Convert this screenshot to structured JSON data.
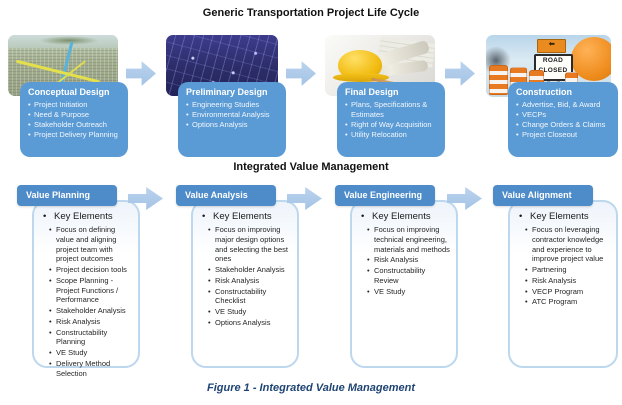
{
  "titles": {
    "lifecycle": "Generic Transportation Project Life Cycle",
    "ivm": "Integrated Value Management"
  },
  "caption": "Figure 1 - Integrated Value Management",
  "icons": {
    "bullet": "•",
    "detour_arrow": "⬅"
  },
  "construction_sign": {
    "line1": "ROAD",
    "line2": "CLOSED"
  },
  "photos": {
    "conceptual": "aerial-city-route-photo",
    "preliminary": "night-engineering-plan-photo",
    "final": "hardhat-blueprints-photo",
    "construction": "road-closed-worksite-photo"
  },
  "colors": {
    "phase_box": "#5B9BD5",
    "stage_header": "#4D8BC9",
    "arrow": "#AEC9E8",
    "body_border": "#BDD7EE",
    "caption": "#1F4473"
  },
  "phases": [
    {
      "title": "Conceptual Design",
      "bullets": [
        "Project Initiation",
        "Need & Purpose",
        "Stakeholder Outreach",
        "Project Delivery Planning"
      ]
    },
    {
      "title": "Preliminary Design",
      "bullets": [
        "Engineering Studies",
        "Environmental Analysis",
        "Options Analysis"
      ]
    },
    {
      "title": "Final Design",
      "bullets": [
        "Plans, Specifications & Estimates",
        "Right of Way Acquisition",
        "Utility Relocation"
      ]
    },
    {
      "title": "Construction",
      "bullets": [
        "Advertise, Bid, & Award",
        "VECPs",
        "Change Orders & Claims",
        "Project Closeout"
      ]
    }
  ],
  "stages": [
    {
      "title": "Value Planning",
      "key_elements_label": "Key Elements",
      "bullets": [
        "Focus on defining value and aligning project team with project outcomes",
        "Project decision tools",
        "Scope Planning - Project Functions / Performance",
        "Stakeholder Analysis",
        "Risk Analysis",
        "Constructability Planning",
        "VE Study",
        "Delivery Method Selection"
      ]
    },
    {
      "title": "Value Analysis",
      "key_elements_label": "Key Elements",
      "bullets": [
        "Focus on improving major design options and selecting the best ones",
        "Stakeholder Analysis",
        "Risk Analysis",
        "Constructability Checklist",
        "VE Study",
        "Options Analysis"
      ]
    },
    {
      "title": "Value Engineering",
      "key_elements_label": "Key Elements",
      "bullets": [
        "Focus on improving technical engineering, materials and methods",
        "Risk Analysis",
        "Constructability Review",
        "VE Study"
      ]
    },
    {
      "title": "Value Alignment",
      "key_elements_label": "Key Elements",
      "bullets": [
        "Focus on leveraging contractor knowledge and experience to improve project value",
        "Partnering",
        "Risk Analysis",
        "VECP Program",
        "ATC Program"
      ]
    }
  ]
}
